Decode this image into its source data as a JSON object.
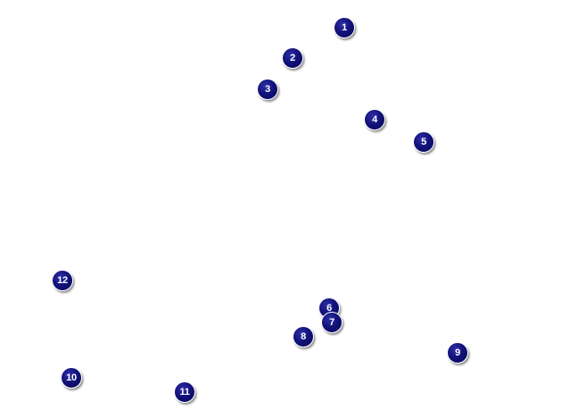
{
  "colors": {
    "background": "#ffffff",
    "marker_fill": "#12127a",
    "marker_text": "#ffffff",
    "marker_border": "#ffffff"
  },
  "markers": [
    {
      "label": "1",
      "icon": "numbered-pin-icon"
    },
    {
      "label": "2",
      "icon": "numbered-pin-icon"
    },
    {
      "label": "3",
      "icon": "numbered-pin-icon"
    },
    {
      "label": "4",
      "icon": "numbered-pin-icon"
    },
    {
      "label": "5",
      "icon": "numbered-pin-icon"
    },
    {
      "label": "6",
      "icon": "numbered-pin-icon"
    },
    {
      "label": "7",
      "icon": "numbered-pin-icon"
    },
    {
      "label": "8",
      "icon": "numbered-pin-icon"
    },
    {
      "label": "9",
      "icon": "numbered-pin-icon"
    },
    {
      "label": "10",
      "icon": "numbered-pin-icon"
    },
    {
      "label": "11",
      "icon": "numbered-pin-icon"
    },
    {
      "label": "12",
      "icon": "numbered-pin-icon"
    }
  ]
}
